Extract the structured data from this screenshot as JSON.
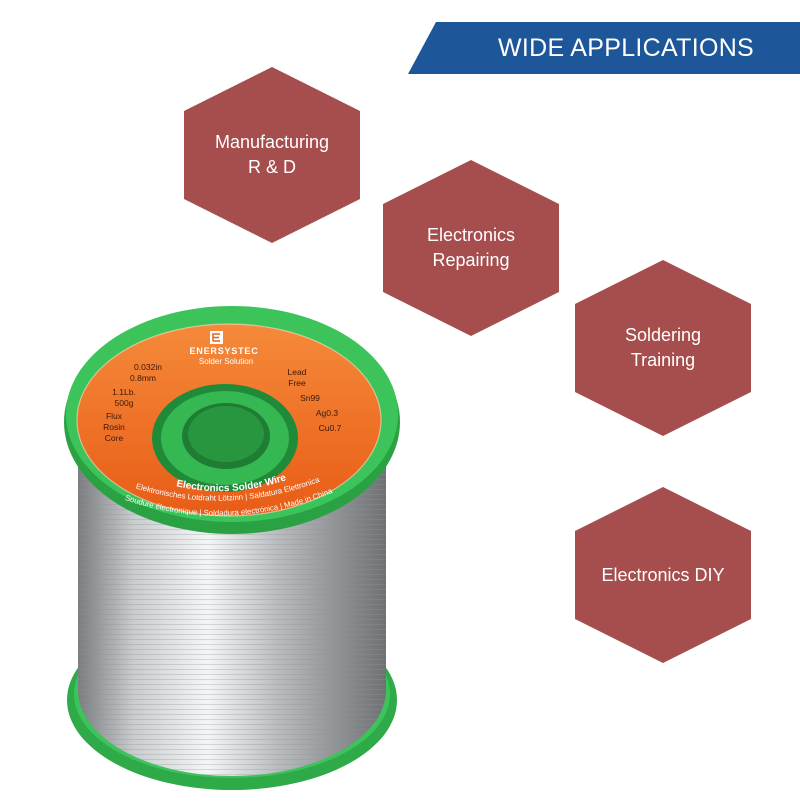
{
  "banner": {
    "title": "WIDE APPLICATIONS"
  },
  "applications": [
    {
      "line1": "Manufacturing",
      "line2": "R & D"
    },
    {
      "line1": "Electronics",
      "line2": "Repairing"
    },
    {
      "line1": "Soldering",
      "line2": "Training"
    },
    {
      "line1": "Electronics DIY",
      "line2": ""
    }
  ],
  "spool_label": {
    "brand": "ENERSYSTEC",
    "tagline": "Solder Solution",
    "left_specs": [
      "0.032in",
      "0.8mm",
      "1.1Lb.",
      "500g",
      "Flux",
      "Rosin",
      "Core"
    ],
    "right_specs": [
      "Lead",
      "Free",
      "Sn99",
      "Ag0.3",
      "Cu0.7"
    ],
    "product": "Electronics Solder Wire",
    "ring_text_1": "Elektronisches Lotdraht Lötzinn | Saldatura Elettronica",
    "ring_text_2": "Soudure électronique | Soldadura electrónica | Made in China"
  },
  "colors": {
    "banner": "#1e5799",
    "hexagon": "#a64d4e",
    "spool_green": "#3cc45a",
    "label_orange": "#f06a22"
  },
  "icons": {
    "brand_logo": "brand-logo-icon"
  }
}
